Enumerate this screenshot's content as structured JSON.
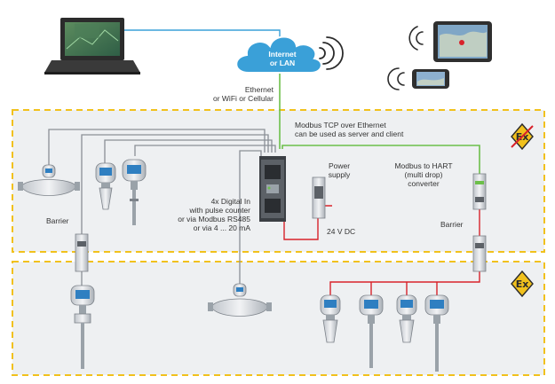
{
  "cloud": {
    "line1": "Internet",
    "line2": "or LAN"
  },
  "ethernet_label": {
    "line1": "Ethernet",
    "line2": "or WiFi or Cellular"
  },
  "modbus_label": {
    "line1": "Modbus TCP over Ethernet",
    "line2": "can be used as server and client"
  },
  "power_supply_label": {
    "line1": "Power",
    "line2": "supply"
  },
  "voltage_label": "24 V DC",
  "converter_label": {
    "line1": "Modbus to HART",
    "line2": "(multi drop)",
    "line3": "converter"
  },
  "barrier_left_label": "Barrier",
  "barrier_right_label": "Barrier",
  "digital_in_label": {
    "line1": "4x Digital In",
    "line2": "with pulse counter",
    "line3": "or via Modbus RS485",
    "line4": "or via 4 ... 20 mA"
  },
  "zone_badges": {
    "non_ex": "Ex",
    "ex": "Ex"
  },
  "colors": {
    "zone_border": "#f1c11d",
    "zone_fill": "#eef0f2",
    "cloud": "#3aa0d8",
    "ethernet_line": "#3aa0d8",
    "modbus_line": "#6cbf4a",
    "power_line": "#d8222a",
    "hart_line": "#d8222a",
    "field_line": "#8a8f96",
    "device_blue": "#2f7fc1"
  },
  "icons": [
    "laptop-icon",
    "tablet-icon",
    "smartphone-icon",
    "wifi-icon",
    "cloud-icon",
    "ex-warning-icon"
  ]
}
